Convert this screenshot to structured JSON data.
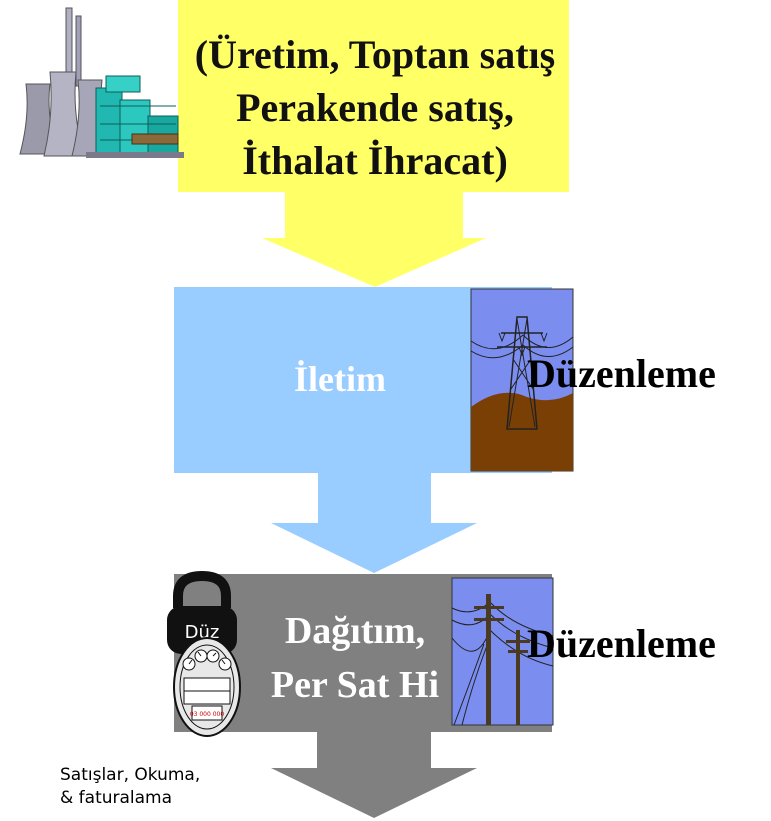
{
  "generation": {
    "line1": "(Üretim, Toptan satış",
    "line2": "Perakende satış,",
    "line3": "İthalat İhracat)"
  },
  "transmission": {
    "label": "İletim"
  },
  "distribution": {
    "line1": "Dağıtım,",
    "line2": "Per Sat Hi"
  },
  "regulation_top": "Düzenleme",
  "regulation_bottom": "Düzenleme",
  "lock_label": "Düz",
  "meter_display": "03 000 000",
  "footnote": {
    "line1": "Satışlar, Okuma,",
    "line2": "& faturalama"
  },
  "colors": {
    "generation_fill": "#ffff66",
    "transmission_fill": "#99ccff",
    "distribution_fill": "#808080",
    "picture_bg": "#7b8ef0",
    "ground": "#7a3f05"
  },
  "icons": [
    "power-plant-icon",
    "transmission-tower-icon",
    "utility-pole-icon",
    "padlock-icon",
    "electric-meter-icon"
  ]
}
